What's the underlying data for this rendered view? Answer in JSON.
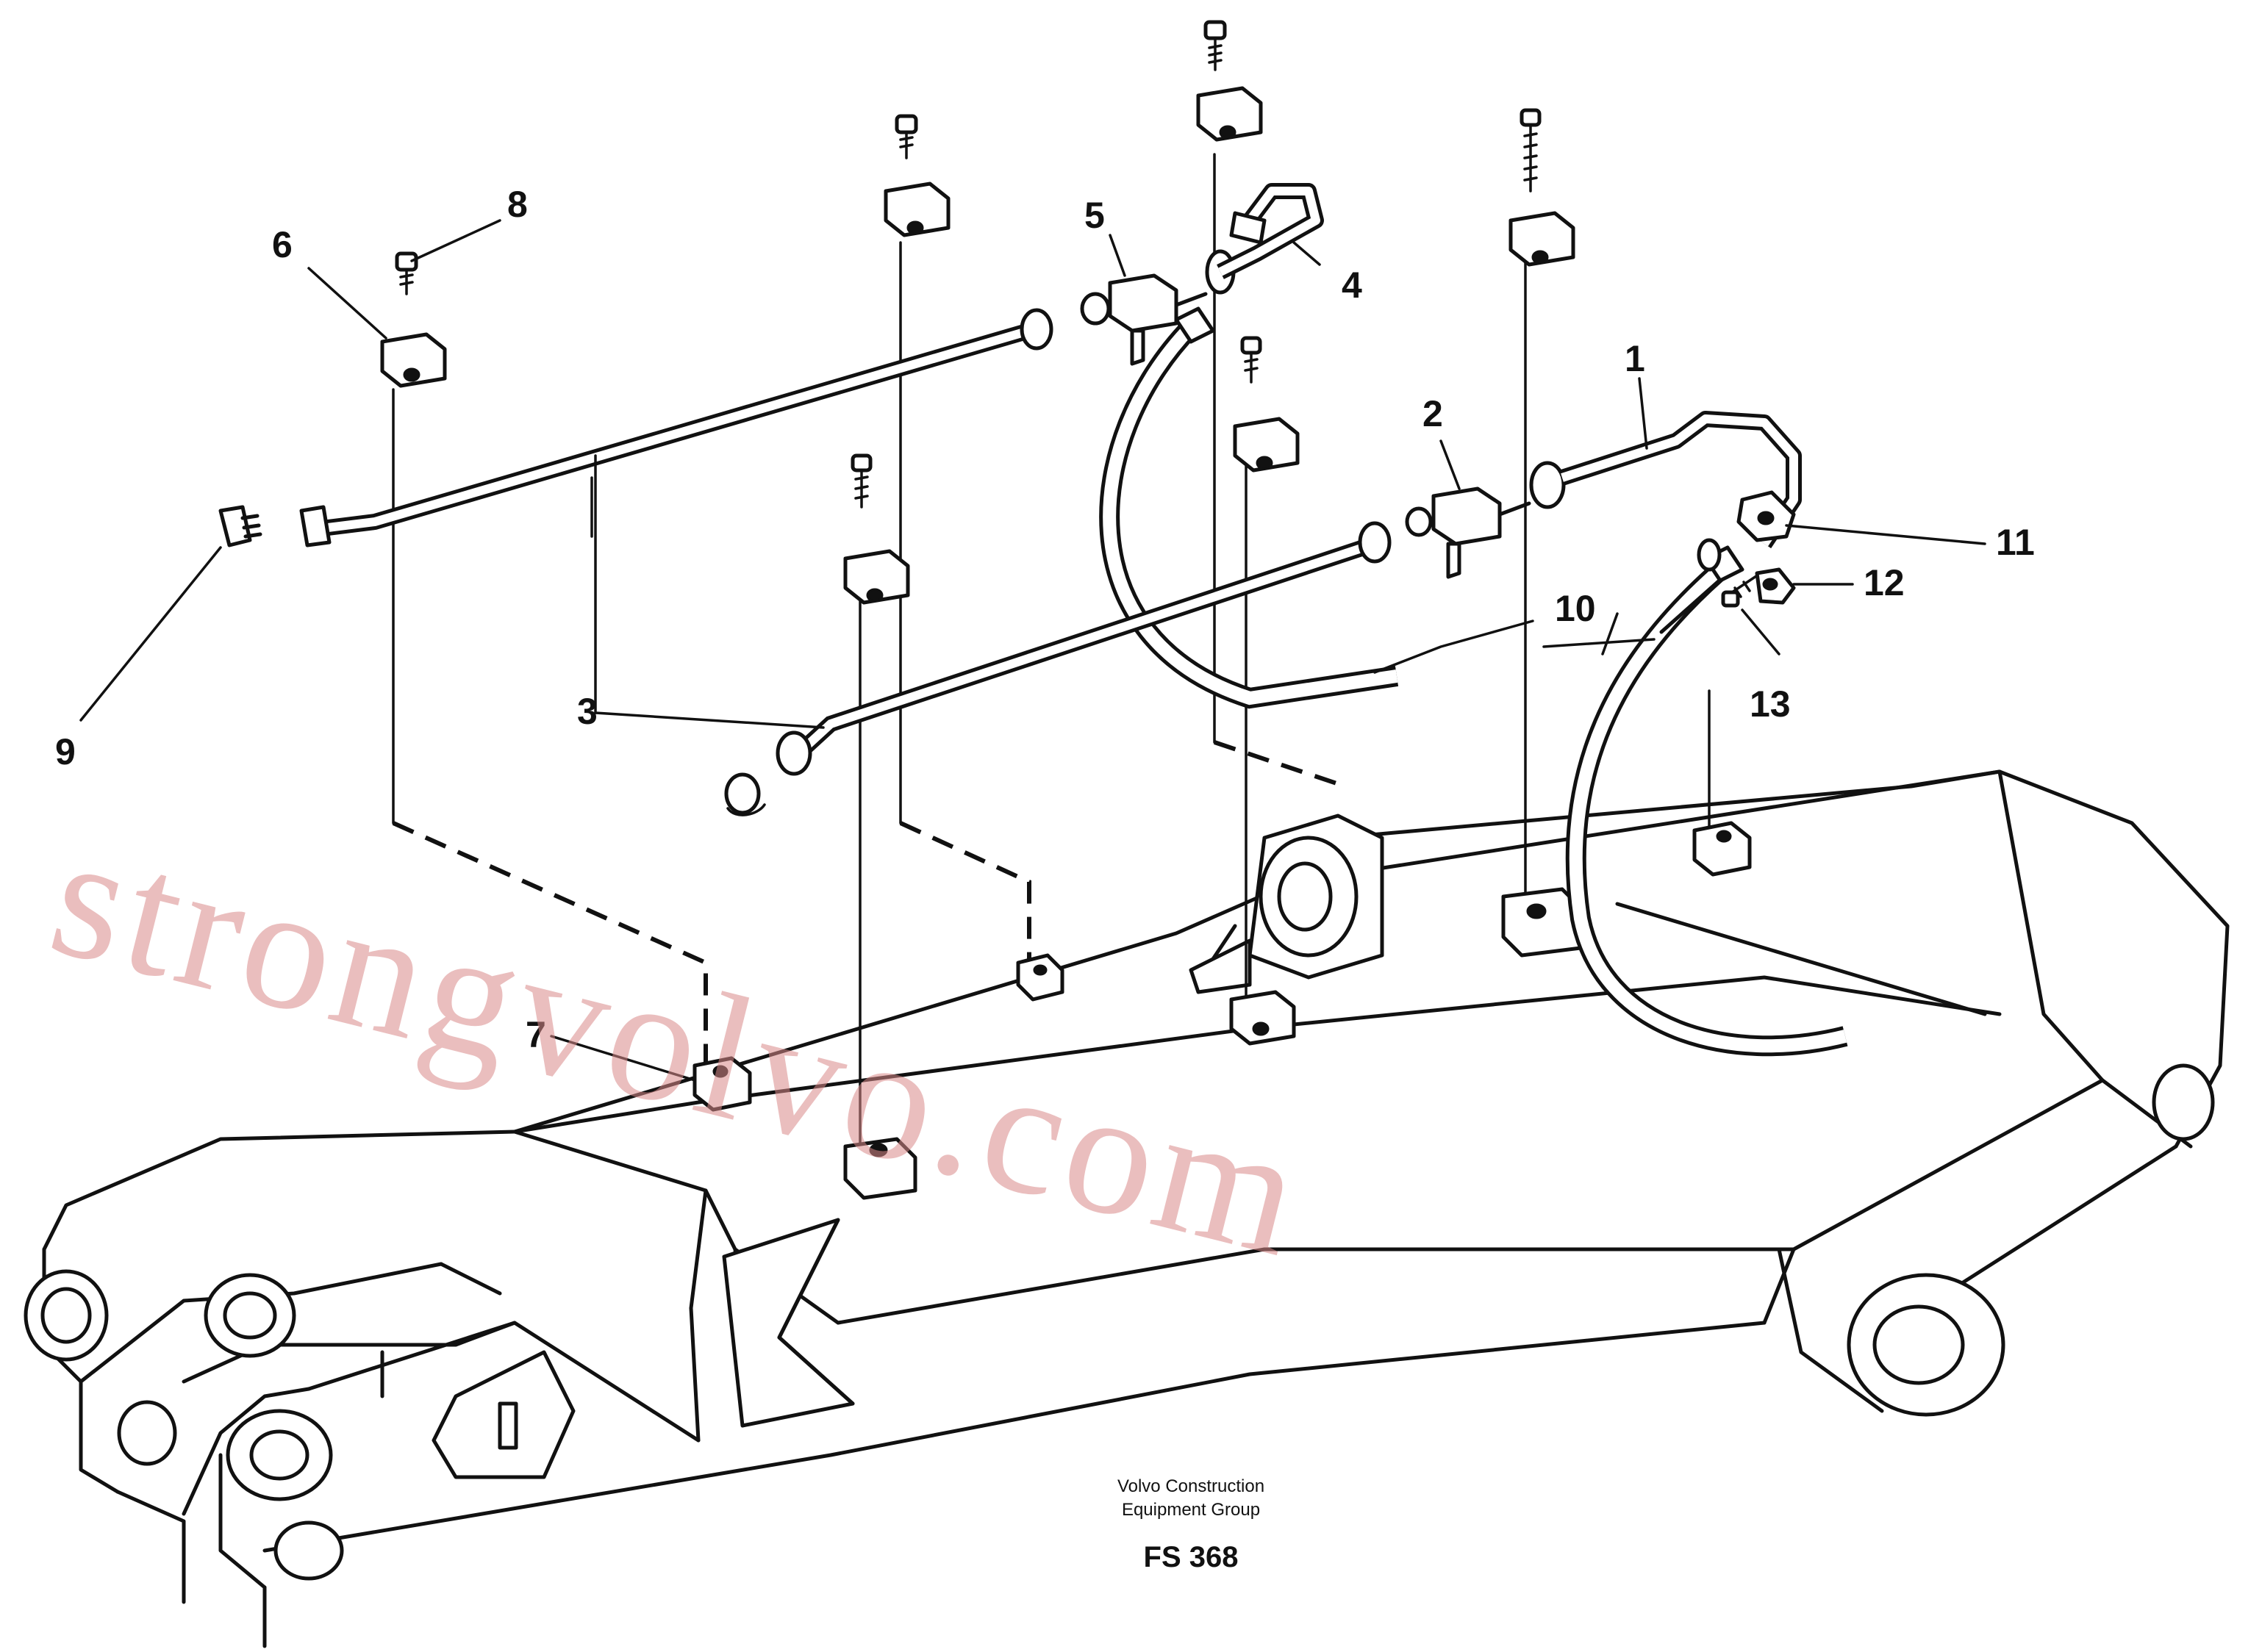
{
  "diagram": {
    "callouts": [
      "1",
      "2",
      "3",
      "4",
      "5",
      "6",
      "7",
      "8",
      "9",
      "10",
      "11",
      "12",
      "13"
    ],
    "footer": {
      "line1": "Volvo Construction",
      "line2": "Equipment Group",
      "code": "FS 368"
    },
    "watermark": "strongvolvo.com"
  }
}
